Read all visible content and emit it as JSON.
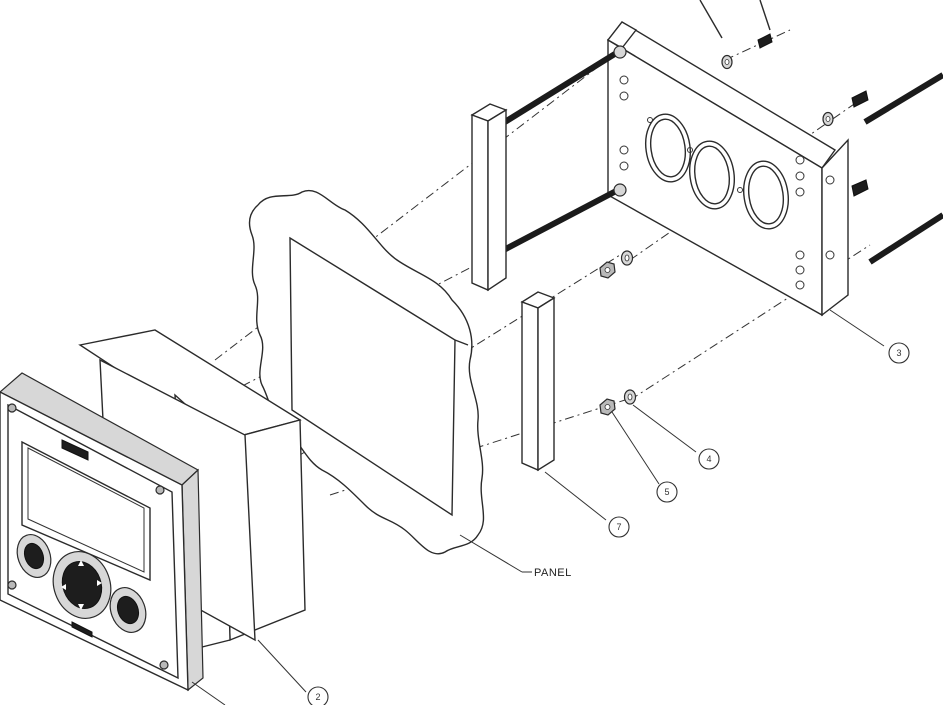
{
  "labels": {
    "panel": "PANEL"
  },
  "callouts": {
    "c2": "2",
    "c3": "3",
    "c4": "4",
    "c5": "5",
    "c7": "7"
  },
  "parts": [
    {
      "id": "controller",
      "icon": "controller-unit-icon"
    },
    {
      "id": "panel",
      "icon": "panel-cutout-icon"
    },
    {
      "id": "mounting-bracket",
      "icon": "mounting-bracket-icon"
    },
    {
      "id": "threaded-rods",
      "icon": "threaded-rod-icon"
    },
    {
      "id": "spacer-bars",
      "icon": "spacer-bar-icon"
    },
    {
      "id": "washers",
      "icon": "washer-icon"
    },
    {
      "id": "nuts",
      "icon": "hex-nut-icon"
    },
    {
      "id": "screws",
      "icon": "screw-icon"
    }
  ]
}
